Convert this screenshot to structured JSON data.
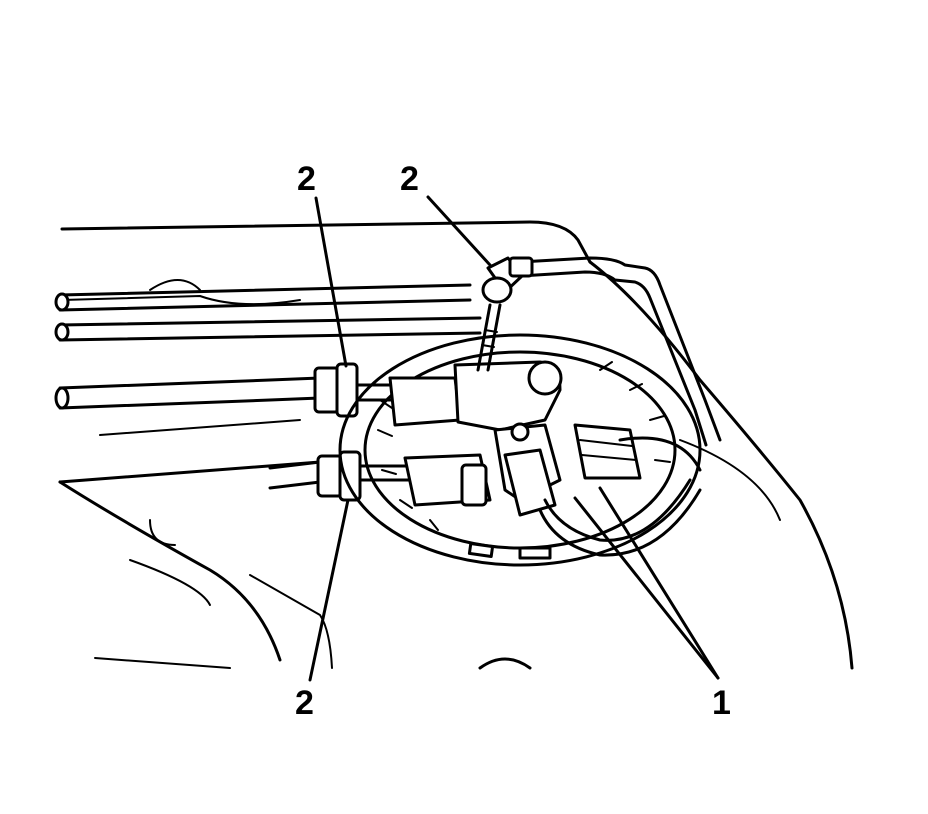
{
  "diagram": {
    "callouts": [
      {
        "id": "c2_top_left",
        "text": "2"
      },
      {
        "id": "c2_top_center",
        "text": "2"
      },
      {
        "id": "c2_bottom",
        "text": "2"
      },
      {
        "id": "c1_bottom_right",
        "text": "1"
      }
    ],
    "colors": {
      "line": "#000000",
      "background": "#ffffff"
    }
  }
}
